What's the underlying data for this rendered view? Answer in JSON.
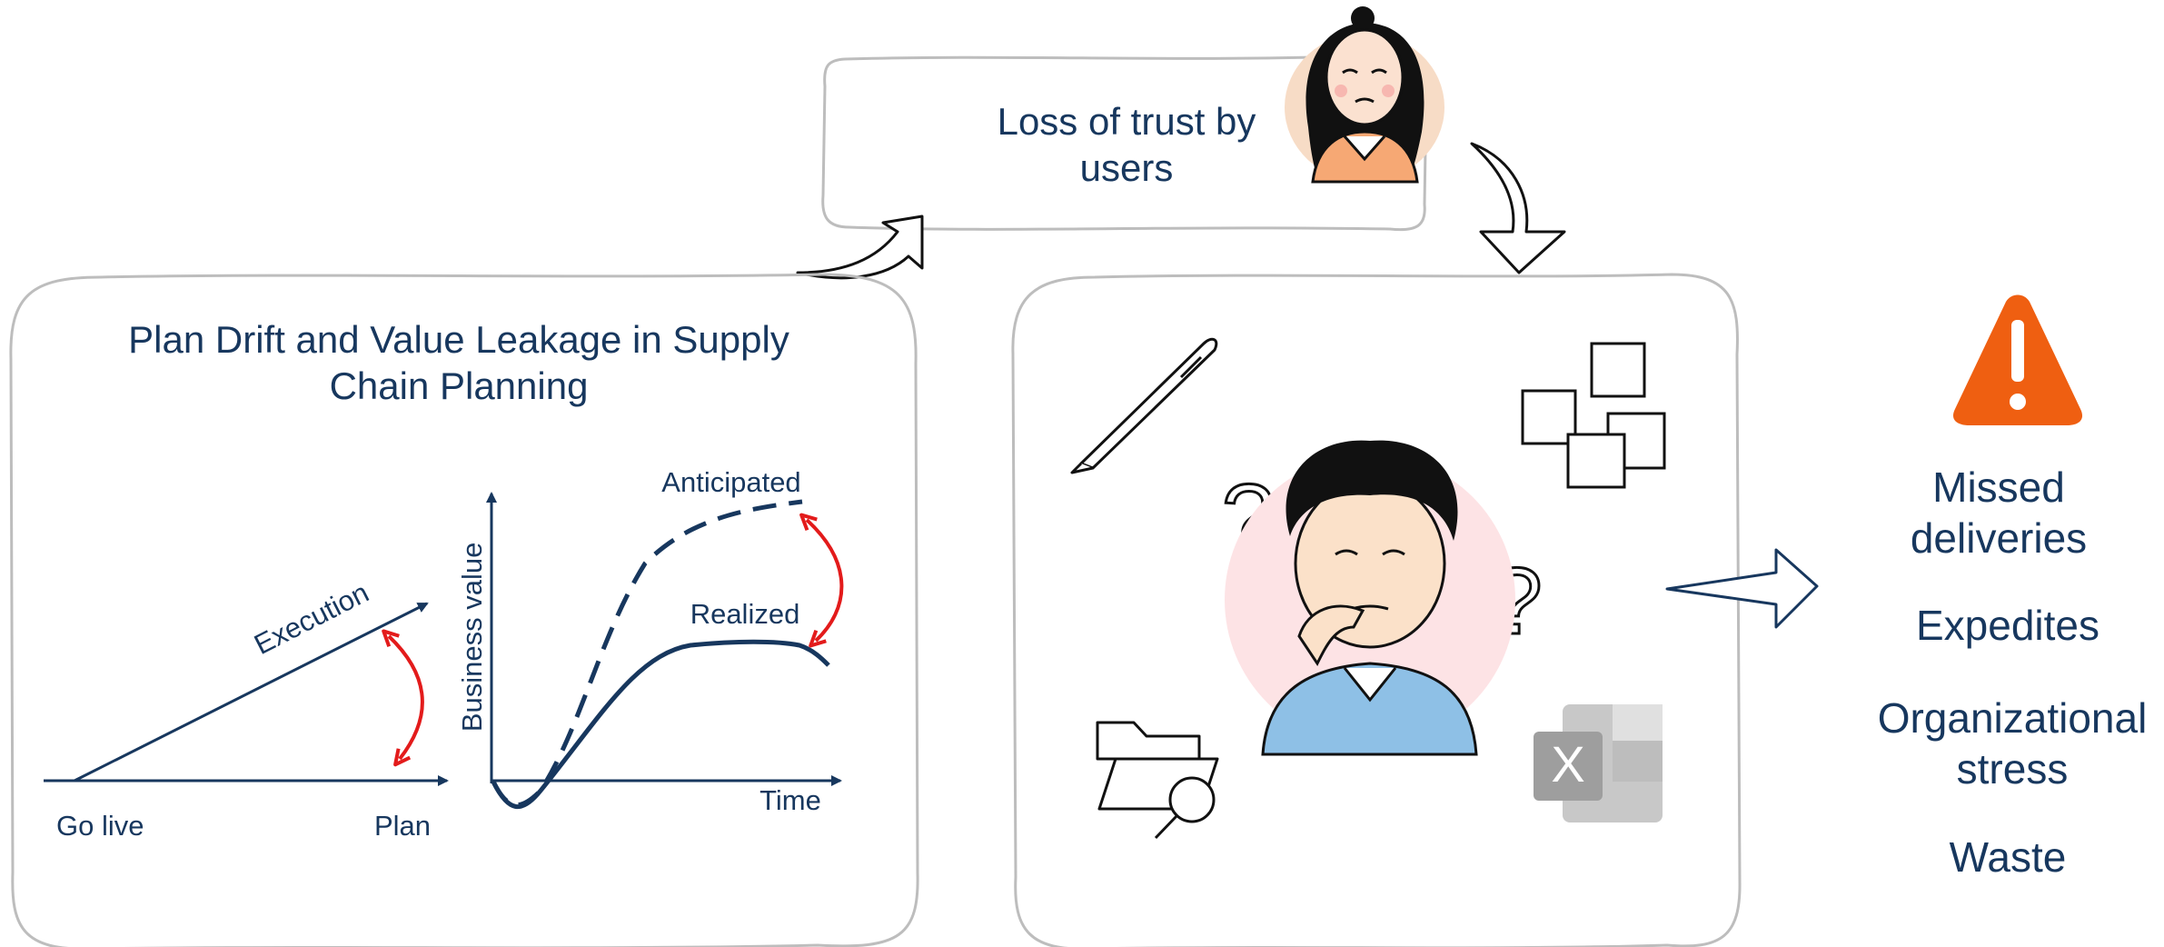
{
  "trust_box": {
    "text": "Loss of trust by users"
  },
  "left_panel": {
    "title": "Plan Drift and Value Leakage in Supply Chain Planning",
    "left_chart": {
      "x_start_label": "Go live",
      "x_end_label": "Plan",
      "line_label": "Execution"
    },
    "right_chart": {
      "y_axis_label": "Business value",
      "x_axis_label": "Time",
      "dashed_label": "Anticipated",
      "solid_label": "Realized"
    }
  },
  "middle_panel": {
    "icons": [
      "pen-icon",
      "sticky-notes-icon",
      "question-mark-icon",
      "question-mark-icon",
      "confused-person-icon",
      "folder-search-icon",
      "excel-icon"
    ],
    "excel_letter": "X"
  },
  "outcomes": {
    "warning_icon": "warning-triangle-icon",
    "items": [
      "Missed deliveries",
      "Expedites",
      "Organizational stress",
      "Waste"
    ]
  },
  "colors": {
    "navy": "#17375e",
    "red_arrow": "#e31b1b",
    "warning_orange": "#ef5f11",
    "panel_border": "#bdbdbd"
  }
}
